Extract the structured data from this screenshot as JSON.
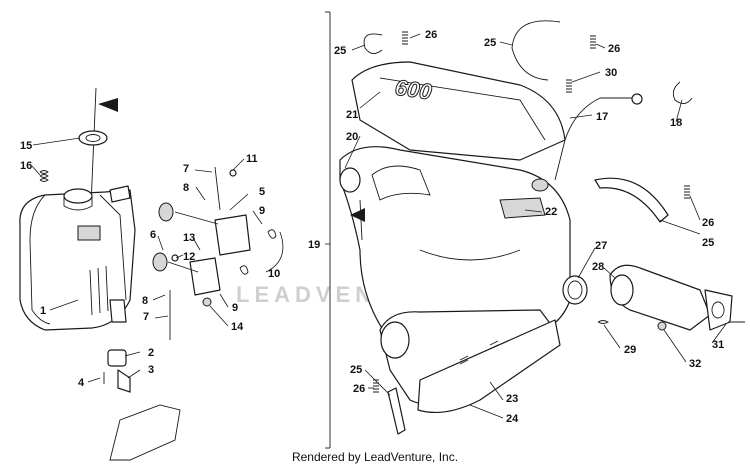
{
  "watermark": "LEADVENTURE",
  "footer": "Rendered by LeadVenture, Inc.",
  "muffler_logo": "600",
  "callouts": [
    "1",
    "2",
    "3",
    "4",
    "5",
    "6",
    "7",
    "7",
    "8",
    "8",
    "9",
    "9",
    "10",
    "11",
    "12",
    "13",
    "14",
    "15",
    "16",
    "17",
    "18",
    "19",
    "20",
    "21",
    "22",
    "23",
    "24",
    "25",
    "25",
    "25",
    "25",
    "26",
    "26",
    "26",
    "26",
    "27",
    "28",
    "29",
    "30",
    "31",
    "32"
  ]
}
